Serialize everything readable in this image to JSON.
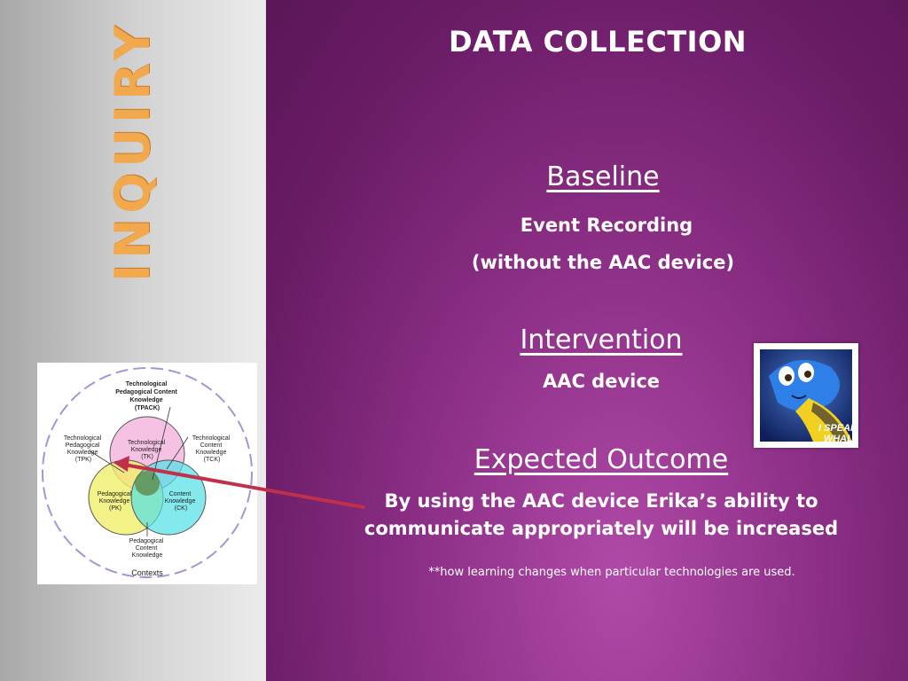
{
  "slide": {
    "section_label": "INQUIRY",
    "title": "DATA COLLECTION",
    "baseline": {
      "heading": "Baseline",
      "line1": "Event Recording",
      "line2": "(without the AAC device)"
    },
    "intervention": {
      "heading": "Intervention",
      "line1": "AAC device"
    },
    "expected_outcome": {
      "heading": "Expected Outcome",
      "line1": "By using the AAC device Erika’s ability to",
      "line2": "communicate appropriately will be increased"
    },
    "footnote": "**how learning changes when particular technologies are used."
  },
  "tpack_diagram": {
    "tpack": [
      "Technological",
      "Pedagogical Content",
      "Knowledge",
      "(TPACK)"
    ],
    "tpk": [
      "Technological",
      "Pedagogical",
      "Knowledge",
      "(TPK)"
    ],
    "tk": [
      "Technological",
      "Knowledge",
      "(TK)"
    ],
    "tck": [
      "Technological",
      "Content",
      "Knowledge",
      "(TCK)"
    ],
    "pk": [
      "Pedagogical",
      "Knowledge",
      "(PK)"
    ],
    "ck": [
      "Content",
      "Knowledge",
      "(CK)"
    ],
    "pck": [
      "Pedagogical",
      "Content",
      "Knowledge"
    ],
    "contexts": "Contexts"
  },
  "photo_caption": [
    "I SPEAK",
    "WHALE"
  ],
  "colors": {
    "accent_orange": "#f2a94e",
    "slide_purple": "#8c2f86",
    "arrow_red": "#c0304a"
  }
}
